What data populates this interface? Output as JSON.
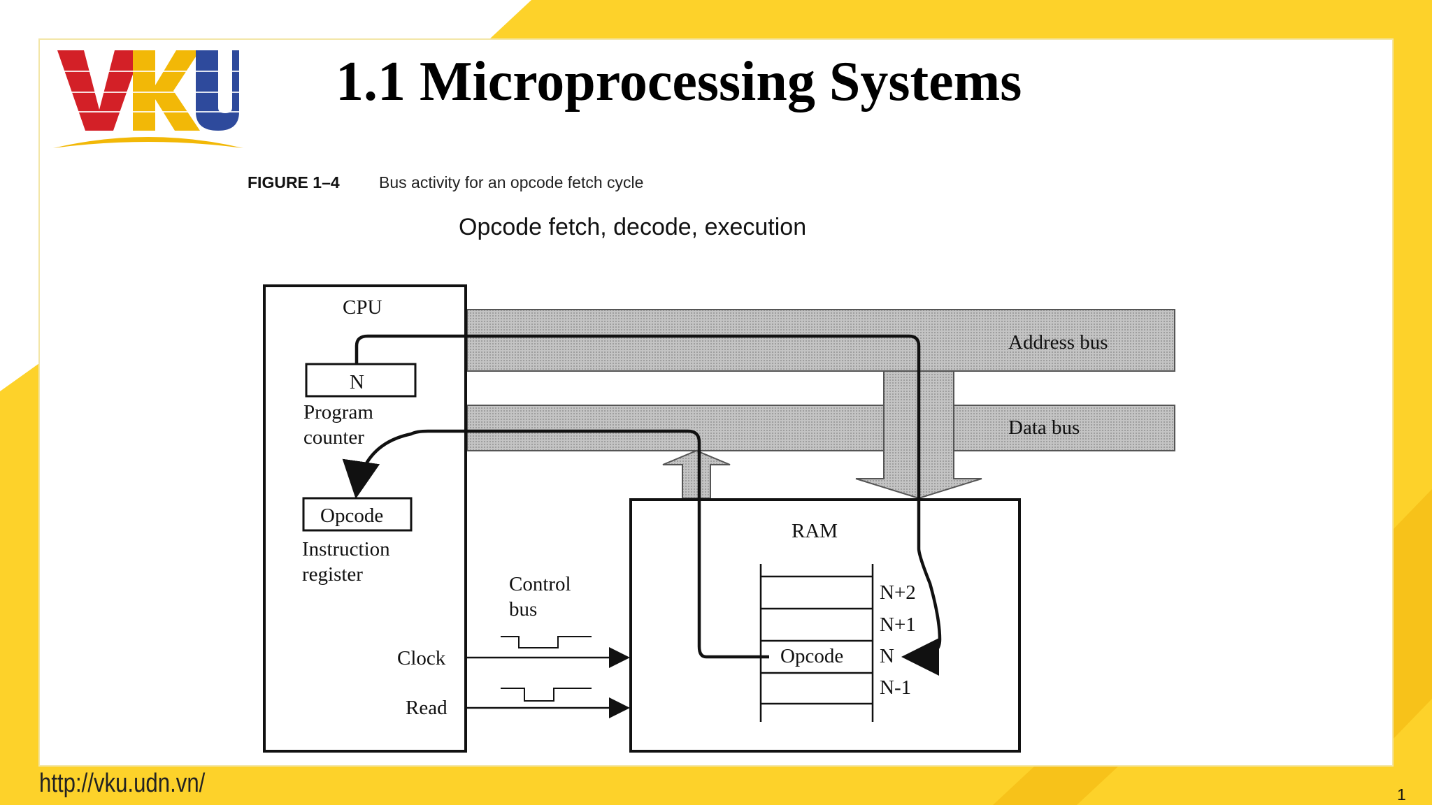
{
  "slide": {
    "title": "1.1 Microprocessing Systems",
    "footer_url": "http://vku.udn.vn/",
    "page_number": "1",
    "colors": {
      "accent_yellow": "#FDD22A",
      "logo_red": "#D32027",
      "logo_blue": "#2E4A9C",
      "logo_yellow": "#F2B807"
    }
  },
  "logo": {
    "text": "VKU"
  },
  "figure": {
    "label": "FIGURE 1–4",
    "caption": "Bus activity for an opcode fetch cycle",
    "heading": "Opcode fetch, decode, execution"
  },
  "diagram": {
    "cpu_label": "CPU",
    "pc_value": "N",
    "pc_label_1": "Program",
    "pc_label_2": "counter",
    "ir_value": "Opcode",
    "ir_label_1": "Instruction",
    "ir_label_2": "register",
    "clock_label": "Clock",
    "read_label": "Read",
    "control_bus_1": "Control",
    "control_bus_2": "bus",
    "address_bus": "Address bus",
    "data_bus": "Data bus",
    "ram_label": "RAM",
    "ram_cell_opcode": "Opcode",
    "addr_n2": "N+2",
    "addr_n1": "N+1",
    "addr_n": "N",
    "addr_nm1": "N-1"
  }
}
